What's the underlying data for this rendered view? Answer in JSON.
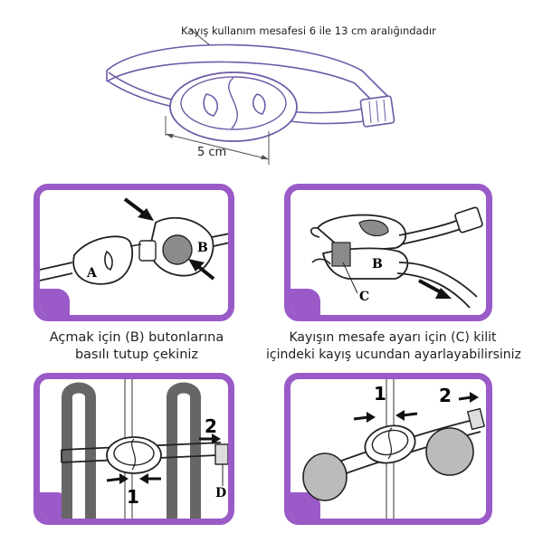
{
  "top": {
    "distance_note": "Kayış kullanım mesafesi 6 ile 13 cm aralığındadır",
    "width_label": "5 cm"
  },
  "panel1": {
    "label_a": "A",
    "label_b": "B",
    "caption_line1": "Açmak için (B) butonlarına",
    "caption_line2": "basılı tutup çekiniz"
  },
  "panel2": {
    "label_b": "B",
    "label_c": "C",
    "caption_line1": "Kayışın mesafe ayarı için (C) kilit",
    "caption_line2": "içindeki kayış ucundan ayarlayabilirsiniz"
  },
  "panel3": {
    "step1": "1",
    "step2": "2",
    "label_d": "D"
  },
  "panel4": {
    "step1": "1",
    "step2": "2"
  },
  "colors": {
    "accent": "#9a5ac8",
    "line": "#6e5aa6",
    "arrow": "#111111"
  }
}
